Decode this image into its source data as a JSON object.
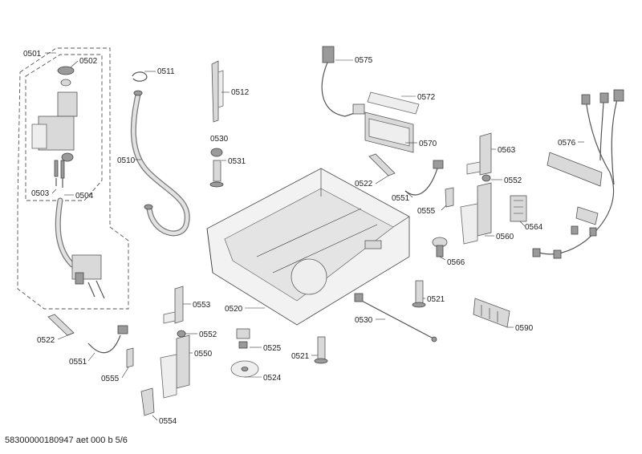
{
  "labels": {
    "l0501": "0501",
    "l0502": "0502",
    "l0503": "0503",
    "l0504": "0504",
    "l0510": "0510",
    "l0511": "0511",
    "l0512": "0512",
    "l0530a": "0530",
    "l0531": "0531",
    "l0575": "0575",
    "l0572": "0572",
    "l0570": "0570",
    "l0522a": "0522",
    "l0551a": "0551",
    "l0555a": "0555",
    "l0563": "0563",
    "l0552a": "0552",
    "l0560": "0560",
    "l0564": "0564",
    "l0576": "0576",
    "l0566": "0566",
    "l0520": "0520",
    "l0521a": "0521",
    "l0530b": "0530",
    "l0521b": "0521",
    "l0590": "0590",
    "l0553": "0553",
    "l0552b": "0552",
    "l0550": "0550",
    "l0525": "0525",
    "l0524": "0524",
    "l0522b": "0522",
    "l0551b": "0551",
    "l0555b": "0555",
    "l0554": "0554"
  },
  "footer": "58300000180947 aet 000 b 5/6"
}
